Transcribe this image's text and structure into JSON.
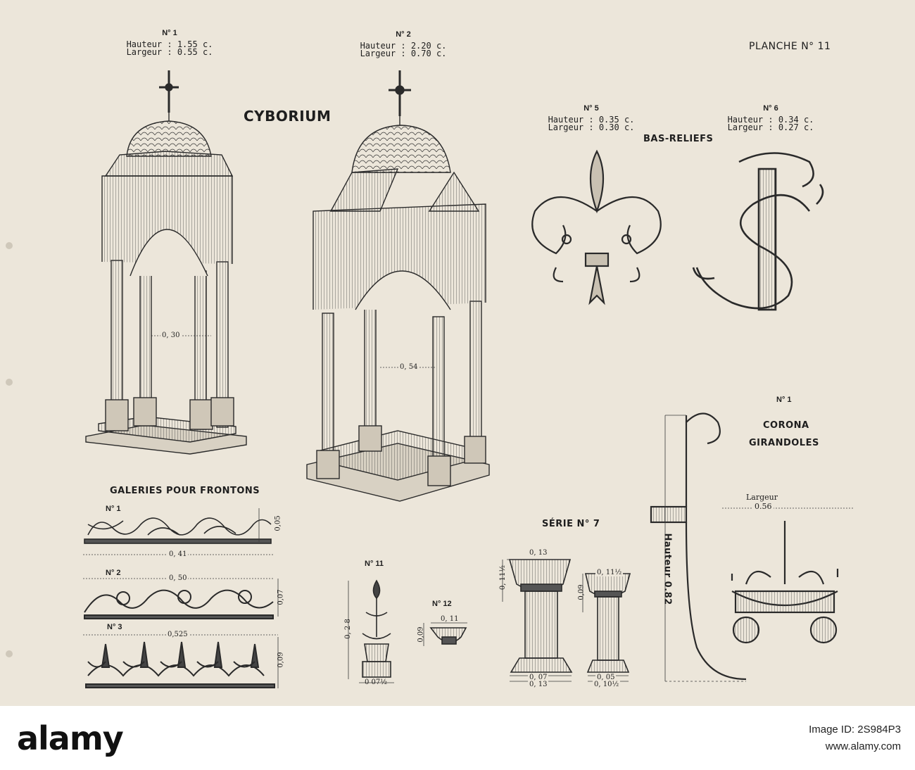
{
  "plate": {
    "planche": "PLANCHE N° 11",
    "cyborium_title": "CYBORIUM",
    "bas_reliefs_title": "BAS-RELIEFS",
    "galeries_title": "GALERIES POUR FRONTONS",
    "serie_title": "SÉRIE N° 7",
    "corona_line1": "CORONA",
    "corona_line2": "GIRANDOLES"
  },
  "cyborium": {
    "n1": {
      "label": "N° 1",
      "hauteur": "Hauteur : 1.55 c.",
      "largeur": "Largeur : 0.55 c.",
      "dim": "0, 30"
    },
    "n2": {
      "label": "N° 2",
      "hauteur": "Hauteur : 2.20 c.",
      "largeur": "Largeur : 0.70 c.",
      "dim": "0, 54"
    }
  },
  "bas_reliefs": {
    "n5": {
      "label": "N° 5",
      "hauteur": "Hauteur : 0.35 c.",
      "largeur": "Largeur : 0.30 c."
    },
    "n6": {
      "label": "N° 6",
      "hauteur": "Hauteur : 0.34 c.",
      "largeur": "Largeur : 0.27 c."
    }
  },
  "galeries": {
    "n1": {
      "label": "N° 1",
      "width": "0, 41",
      "height": "0,05"
    },
    "n2": {
      "label": "N° 2",
      "width": "0, 50",
      "height": "0,07"
    },
    "n3": {
      "label": "N° 3",
      "width": "0,525",
      "height": "0,09"
    }
  },
  "finials": {
    "n11": {
      "label": "N° 11",
      "height": "0, 2 8",
      "base": "0 07½"
    },
    "n12": {
      "label": "N° 12",
      "width": "0, 11",
      "height": "0,09"
    }
  },
  "serie7": {
    "big": {
      "top": "0, 13",
      "side": "0, 11½",
      "base1": "0, 07",
      "base2": "0, 13"
    },
    "small": {
      "top": "0, 11½",
      "side": "0,09",
      "base1": "0, 05",
      "base2": "0, 10½"
    }
  },
  "corona": {
    "label": "N° 1",
    "largeur_label": "Largeur",
    "largeur_value": "0.56",
    "hauteur": "Hauteur 0.82"
  },
  "watermark": {
    "brand": "alamy",
    "image_id": "Image ID: 2S984P3",
    "site": "www.alamy.com"
  }
}
